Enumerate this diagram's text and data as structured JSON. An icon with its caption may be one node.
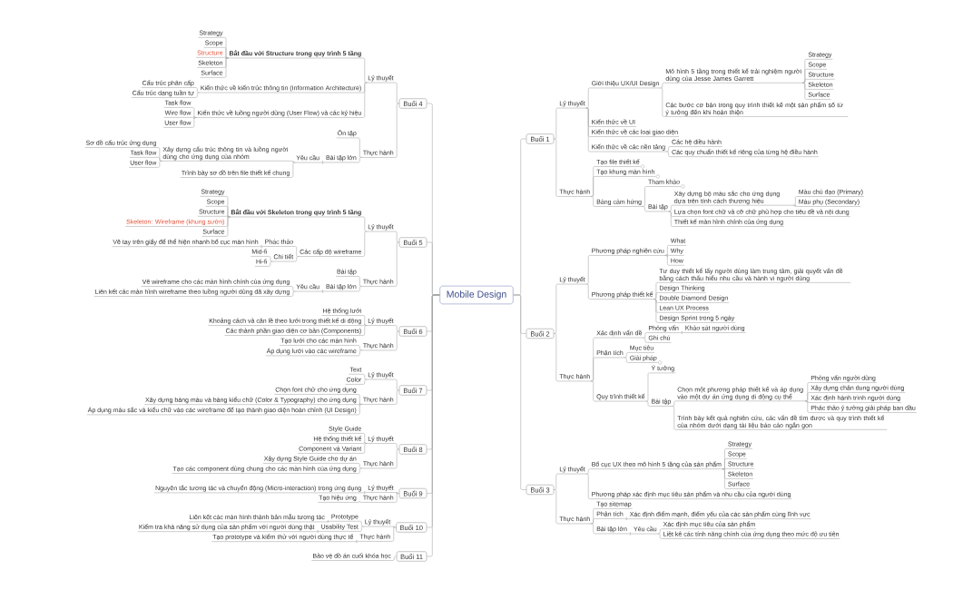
{
  "diagram": {
    "nodes": [
      {
        "text": [
          "Mobile Design"
        ]
      },
      {
        "text": [
          "Buổi 1"
        ]
      },
      {
        "text": [
          "Lý thuyết"
        ]
      },
      {
        "text": [
          "Giới thiệu UX/UI Design"
        ]
      },
      {
        "text": [
          "Mô hình 5 tầng trong thiết kế trải nghiệm người dùng của Jesse James Garrett"
        ]
      },
      {
        "text": [
          "Strategy"
        ]
      },
      {
        "text": [
          "Scope"
        ]
      },
      {
        "text": [
          "Structure"
        ]
      },
      {
        "text": [
          "Skeleton"
        ]
      },
      {
        "text": [
          "Surface"
        ]
      },
      {
        "text": [
          "Các bước cơ bản trong quy trình thiết kế một sản phẩm số từ ý tưởng đến khi hoàn thiện"
        ]
      },
      {
        "text": [
          "Kiến thức về UI"
        ]
      },
      {
        "text": [
          "Kiến thức về các loại giao diện"
        ]
      },
      {
        "text": [
          "Kiến thức về các nền tảng"
        ]
      },
      {
        "text": [
          "Các hệ điều hành"
        ]
      },
      {
        "text": [
          "Các quy chuẩn thiết kế riêng của từng hệ điều hành"
        ]
      },
      {
        "text": [
          "Thực hành"
        ]
      },
      {
        "text": [
          "Tạo file thiết kế"
        ]
      },
      {
        "text": [
          "Tạo khung màn hình"
        ]
      },
      {
        "text": [
          "Bảng cảm hứng"
        ]
      },
      {
        "text": [
          "Tham khảo"
        ]
      },
      {
        "text": [
          "Bài tập"
        ]
      },
      {
        "text": [
          "Xây dựng bộ màu sắc cho ứng dụng dựa trên tính cách thương hiệu"
        ]
      },
      {
        "text": [
          "Màu chủ đạo (Primary)"
        ]
      },
      {
        "text": [
          "Màu phụ (Secondary)"
        ]
      },
      {
        "text": [
          "Lựa chọn font chữ và cỡ chữ phù hợp cho tiêu đề và nội dung"
        ]
      },
      {
        "text": [
          "Thiết kế màn hình chính của ứng dụng"
        ]
      },
      {
        "text": [
          "Buổi 2"
        ]
      },
      {
        "text": [
          "Lý thuyết"
        ]
      },
      {
        "text": [
          "Phương pháp nghiên cứu"
        ]
      },
      {
        "text": [
          "What"
        ]
      },
      {
        "text": [
          "Why"
        ]
      },
      {
        "text": [
          "How"
        ]
      },
      {
        "text": [
          "Phương pháp thiết kế"
        ]
      },
      {
        "text": [
          "Tư duy thiết kế lấy người dùng làm trung tâm, giải quyết vấn đề bằng cách thấu hiểu nhu cầu và hành vi người dùng"
        ]
      },
      {
        "text": [
          "Design Thinking"
        ]
      },
      {
        "text": [
          "Double Diamond Design"
        ]
      },
      {
        "text": [
          "Lean UX Process"
        ]
      },
      {
        "text": [
          "Design Sprint trong 5 ngày"
        ]
      },
      {
        "text": [
          "Thực hành"
        ]
      },
      {
        "text": [
          "Xác định vấn đề"
        ]
      },
      {
        "text": [
          "Phỏng vấn"
        ]
      },
      {
        "text": [
          "Khảo sát người dùng"
        ]
      },
      {
        "text": [
          "Ghi chú"
        ]
      },
      {
        "text": [
          "Phân tích"
        ]
      },
      {
        "text": [
          "Mục tiêu"
        ]
      },
      {
        "text": [
          "Giải pháp"
        ]
      },
      {
        "text": [
          "Quy trình thiết kế"
        ]
      },
      {
        "text": [
          "Ý tưởng"
        ]
      },
      {
        "text": [
          "Bài tập"
        ]
      },
      {
        "text": [
          "Chọn một phương pháp thiết kế và áp dụng vào một dự án ứng dụng di động cụ thể"
        ]
      },
      {
        "text": [
          "Phỏng vấn người dùng"
        ]
      },
      {
        "text": [
          "Xây dựng chân dung người dùng"
        ]
      },
      {
        "text": [
          "Xác định hành trình người dùng"
        ]
      },
      {
        "text": [
          "Phác thảo ý tưởng giải pháp ban đầu"
        ]
      },
      {
        "text": [
          "Trình bày kết quả nghiên cứu, các vấn đề tìm được và quy trình thiết kế của nhóm dưới dạng tài liệu báo cáo ngắn gọn"
        ]
      },
      {
        "text": [
          "Buổi 3"
        ]
      },
      {
        "text": [
          "Lý thuyết"
        ]
      },
      {
        "text": [
          "Bố cục UX theo mô hình 5 tầng của sản phẩm"
        ]
      },
      {
        "text": [
          "Strategy"
        ]
      },
      {
        "text": [
          "Scope"
        ]
      },
      {
        "text": [
          "Structure"
        ]
      },
      {
        "text": [
          "Skeleton"
        ]
      },
      {
        "text": [
          "Surface"
        ]
      },
      {
        "text": [
          "Phương pháp xác định mục tiêu sản phẩm và nhu cầu của người dùng"
        ]
      },
      {
        "text": [
          "Thực hành"
        ]
      },
      {
        "text": [
          "Tạo sitemap"
        ]
      },
      {
        "text": [
          "Phân tích"
        ]
      },
      {
        "text": [
          "Xác định điểm mạnh, điểm yếu của các sản phẩm cùng lĩnh vực"
        ]
      },
      {
        "text": [
          "Bài tập lớn"
        ]
      },
      {
        "text": [
          "Yêu cầu"
        ]
      },
      {
        "text": [
          "Xác định mục tiêu của sản phẩm"
        ]
      },
      {
        "text": [
          "Liệt kê các tính năng chính của ứng dụng theo mức độ ưu tiên"
        ]
      },
      {
        "text": [
          "Buổi 4"
        ]
      },
      {
        "text": [
          "Lý thuyết"
        ]
      },
      {
        "text": [
          "Bắt đầu với Structure trong quy trình 5 tầng"
        ]
      },
      {
        "text": [
          "Strategy"
        ]
      },
      {
        "text": [
          "Scope"
        ]
      },
      {
        "text": [
          "Structure"
        ]
      },
      {
        "text": [
          "Skeleton"
        ]
      },
      {
        "text": [
          "Surface"
        ]
      },
      {
        "text": [
          "Kiến thức về kiến trúc thông tin (Information Architecture)"
        ]
      },
      {
        "text": [
          "Cấu trúc phân cấp"
        ]
      },
      {
        "text": [
          "Cấu trúc dạng tuần tự"
        ]
      },
      {
        "text": [
          "Kiến thức về luồng người dùng (User Flow) và các ký hiệu"
        ]
      },
      {
        "text": [
          "Task flow"
        ]
      },
      {
        "text": [
          "Wire flow"
        ]
      },
      {
        "text": [
          "User flow"
        ]
      },
      {
        "text": [
          "Thực hành"
        ]
      },
      {
        "text": [
          "Ôn tập"
        ]
      },
      {
        "text": [
          "Bài tập lớn"
        ]
      },
      {
        "text": [
          "Yêu cầu"
        ]
      },
      {
        "text": [
          "Xây dựng cấu trúc thông tin và luồng người dùng cho ứng dụng của nhóm"
        ]
      },
      {
        "text": [
          "Sơ đồ cấu trúc ứng dụng"
        ]
      },
      {
        "text": [
          "Task flow"
        ]
      },
      {
        "text": [
          "User flow"
        ]
      },
      {
        "text": [
          "Trình bày sơ đồ trên file thiết kế chung"
        ]
      },
      {
        "text": [
          "Buổi 5"
        ]
      },
      {
        "text": [
          "Lý thuyết"
        ]
      },
      {
        "text": [
          "Bắt đầu với Skeleton trong quy trình 5 tầng"
        ]
      },
      {
        "text": [
          "Strategy"
        ]
      },
      {
        "text": [
          "Scope"
        ]
      },
      {
        "text": [
          "Structure"
        ]
      },
      {
        "text": [
          "Skeleton: Wireframe (khung sườn)"
        ]
      },
      {
        "text": [
          "Surface"
        ]
      },
      {
        "text": [
          "Các cấp độ wireframe"
        ]
      },
      {
        "text": [
          "Phác thảo"
        ]
      },
      {
        "text": [
          "Vẽ tay trên giấy để thể hiện nhanh bố cục màn hình"
        ]
      },
      {
        "text": [
          "Chi tiết"
        ]
      },
      {
        "text": [
          "Mid-fi"
        ]
      },
      {
        "text": [
          "Hi-fi"
        ]
      },
      {
        "text": [
          "Thực hành"
        ]
      },
      {
        "text": [
          "Bài tập"
        ]
      },
      {
        "text": [
          "Bài tập lớn"
        ]
      },
      {
        "text": [
          "Yêu cầu"
        ]
      },
      {
        "text": [
          "Vẽ wireframe cho các màn hình chính của ứng dụng"
        ]
      },
      {
        "text": [
          "Liên kết các màn hình wireframe theo luồng người dùng đã xây dựng"
        ]
      },
      {
        "text": [
          "Buổi 6"
        ]
      },
      {
        "text": [
          "Lý thuyết"
        ]
      },
      {
        "text": [
          "Hệ thống lưới"
        ]
      },
      {
        "text": [
          "Khoảng cách và căn lề theo lưới trong thiết kế di động"
        ]
      },
      {
        "text": [
          "Các thành phần giao diện cơ bản (Components)"
        ]
      },
      {
        "text": [
          "Thực hành"
        ]
      },
      {
        "text": [
          "Tạo lưới cho các màn hình"
        ]
      },
      {
        "text": [
          "Áp dụng lưới vào các wireframe"
        ]
      },
      {
        "text": [
          "Buổi 7"
        ]
      },
      {
        "text": [
          "Lý thuyết"
        ]
      },
      {
        "text": [
          "Text"
        ]
      },
      {
        "text": [
          "Color"
        ]
      },
      {
        "text": [
          "Thực hành"
        ]
      },
      {
        "text": [
          "Chọn font chữ cho ứng dụng"
        ]
      },
      {
        "text": [
          "Xây dựng bảng màu và bảng kiểu chữ (Color & Typography) cho ứng dụng"
        ]
      },
      {
        "text": [
          "Áp dụng màu sắc và kiểu chữ vào các wireframe để tạo thành giao diện hoàn chỉnh (UI Design)"
        ]
      },
      {
        "text": [
          "Buổi 8"
        ]
      },
      {
        "text": [
          "Lý thuyết"
        ]
      },
      {
        "text": [
          "Style Guide"
        ]
      },
      {
        "text": [
          "Hệ thống thiết kế"
        ]
      },
      {
        "text": [
          "Component và Variant"
        ]
      },
      {
        "text": [
          "Thực hành"
        ]
      },
      {
        "text": [
          "Xây dựng Style Guide cho dự án"
        ]
      },
      {
        "text": [
          "Tạo các component dùng chung cho các màn hình của ứng dụng"
        ]
      },
      {
        "text": [
          "Buổi 9"
        ]
      },
      {
        "text": [
          "Lý thuyết"
        ]
      },
      {
        "text": [
          "Nguyên tắc tương tác và chuyển động (Micro-interaction) trong ứng dụng"
        ]
      },
      {
        "text": [
          "Thực hành"
        ]
      },
      {
        "text": [
          "Tạo hiệu ứng"
        ]
      },
      {
        "text": [
          "Buổi 10"
        ]
      },
      {
        "text": [
          "Lý thuyết"
        ]
      },
      {
        "text": [
          "Prototype"
        ]
      },
      {
        "text": [
          "Liên kết các màn hình thành bản mẫu tương tác"
        ]
      },
      {
        "text": [
          "Usability Test"
        ]
      },
      {
        "text": [
          "Kiểm tra khả năng sử dụng của sản phẩm với người dùng thật"
        ]
      },
      {
        "text": [
          "Thực hành"
        ]
      },
      {
        "text": [
          "Tạo prototype và kiểm thử với người dùng thực tế"
        ]
      },
      {
        "text": [
          "Buổi 11"
        ]
      },
      {
        "text": [
          "Bảo vệ đồ án cuối khóa học"
        ]
      }
    ],
    "edges": [
      {
        "from": 0,
        "to": 1,
        "arrow": "none"
      },
      {
        "from": 1,
        "to": 2,
        "arrow": "none"
      },
      {
        "from": 2,
        "to": 3,
        "arrow": "none"
      },
      {
        "from": 3,
        "to": 4,
        "arrow": "none"
      },
      {
        "from": 4,
        "to": 5,
        "arrow": "none"
      },
      {
        "from": 4,
        "to": 6,
        "arrow": "none"
      },
      {
        "from": 4,
        "to": 7,
        "arrow": "none"
      },
      {
        "from": 4,
        "to": 8,
        "arrow": "none"
      },
      {
        "from": 4,
        "to": 9,
        "arrow": "none"
      },
      {
        "from": 3,
        "to": 10,
        "arrow": "none"
      },
      {
        "from": 2,
        "to": 11,
        "arrow": "none"
      },
      {
        "from": 2,
        "to": 12,
        "arrow": "none"
      },
      {
        "from": 2,
        "to": 13,
        "arrow": "none"
      },
      {
        "from": 13,
        "to": 14,
        "arrow": "none"
      },
      {
        "from": 13,
        "to": 15,
        "arrow": "none"
      },
      {
        "from": 1,
        "to": 16,
        "arrow": "none"
      },
      {
        "from": 16,
        "to": 17,
        "arrow": "none"
      },
      {
        "from": 16,
        "to": 18,
        "arrow": "none"
      },
      {
        "from": 16,
        "to": 19,
        "arrow": "none"
      },
      {
        "from": 19,
        "to": 20,
        "arrow": "none"
      },
      {
        "from": 19,
        "to": 21,
        "arrow": "none"
      },
      {
        "from": 21,
        "to": 22,
        "arrow": "none"
      },
      {
        "from": 22,
        "to": 23,
        "arrow": "none"
      },
      {
        "from": 22,
        "to": 24,
        "arrow": "none"
      },
      {
        "from": 21,
        "to": 25,
        "arrow": "none"
      },
      {
        "from": 21,
        "to": 26,
        "arrow": "none"
      },
      {
        "from": 0,
        "to": 27,
        "arrow": "none"
      },
      {
        "from": 27,
        "to": 28,
        "arrow": "none"
      },
      {
        "from": 28,
        "to": 29,
        "arrow": "none"
      },
      {
        "from": 29,
        "to": 30,
        "arrow": "none"
      },
      {
        "from": 29,
        "to": 31,
        "arrow": "none"
      },
      {
        "from": 29,
        "to": 32,
        "arrow": "none"
      },
      {
        "from": 28,
        "to": 33,
        "arrow": "none"
      },
      {
        "from": 33,
        "to": 34,
        "arrow": "none"
      },
      {
        "from": 33,
        "to": 35,
        "arrow": "none"
      },
      {
        "from": 33,
        "to": 36,
        "arrow": "none"
      },
      {
        "from": 33,
        "to": 37,
        "arrow": "none"
      },
      {
        "from": 33,
        "to": 38,
        "arrow": "none"
      },
      {
        "from": 27,
        "to": 39,
        "arrow": "none"
      },
      {
        "from": 39,
        "to": 40,
        "arrow": "none"
      },
      {
        "from": 40,
        "to": 41,
        "arrow": "none"
      },
      {
        "from": 41,
        "to": 42,
        "arrow": "none"
      },
      {
        "from": 40,
        "to": 43,
        "arrow": "none"
      },
      {
        "from": 39,
        "to": 44,
        "arrow": "none"
      },
      {
        "from": 44,
        "to": 45,
        "arrow": "none"
      },
      {
        "from": 44,
        "to": 46,
        "arrow": "none"
      },
      {
        "from": 39,
        "to": 47,
        "arrow": "none"
      },
      {
        "from": 47,
        "to": 48,
        "arrow": "none"
      },
      {
        "from": 47,
        "to": 49,
        "arrow": "none"
      },
      {
        "from": 49,
        "to": 50,
        "arrow": "none"
      },
      {
        "from": 50,
        "to": 51,
        "arrow": "none"
      },
      {
        "from": 50,
        "to": 52,
        "arrow": "none"
      },
      {
        "from": 50,
        "to": 53,
        "arrow": "none"
      },
      {
        "from": 50,
        "to": 54,
        "arrow": "none"
      },
      {
        "from": 49,
        "to": 55,
        "arrow": "none"
      },
      {
        "from": 0,
        "to": 56,
        "arrow": "none"
      },
      {
        "from": 56,
        "to": 57,
        "arrow": "none"
      },
      {
        "from": 57,
        "to": 58,
        "arrow": "none"
      },
      {
        "from": 58,
        "to": 59,
        "arrow": "none"
      },
      {
        "from": 58,
        "to": 60,
        "arrow": "none"
      },
      {
        "from": 58,
        "to": 61,
        "arrow": "none"
      },
      {
        "from": 58,
        "to": 62,
        "arrow": "none"
      },
      {
        "from": 58,
        "to": 63,
        "arrow": "none"
      },
      {
        "from": 57,
        "to": 64,
        "arrow": "none"
      },
      {
        "from": 56,
        "to": 65,
        "arrow": "none"
      },
      {
        "from": 65,
        "to": 66,
        "arrow": "none"
      },
      {
        "from": 65,
        "to": 67,
        "arrow": "none"
      },
      {
        "from": 67,
        "to": 68,
        "arrow": "none"
      },
      {
        "from": 65,
        "to": 69,
        "arrow": "none"
      },
      {
        "from": 69,
        "to": 70,
        "arrow": "none"
      },
      {
        "from": 70,
        "to": 71,
        "arrow": "none"
      },
      {
        "from": 70,
        "to": 72,
        "arrow": "none"
      },
      {
        "from": 0,
        "to": 73,
        "arrow": "none"
      },
      {
        "from": 73,
        "to": 74,
        "arrow": "none"
      },
      {
        "from": 74,
        "to": 75,
        "arrow": "none"
      },
      {
        "from": 75,
        "to": 76,
        "arrow": "none"
      },
      {
        "from": 75,
        "to": 77,
        "arrow": "none"
      },
      {
        "from": 75,
        "to": 78,
        "arrow": "none"
      },
      {
        "from": 75,
        "to": 79,
        "arrow": "none"
      },
      {
        "from": 75,
        "to": 80,
        "arrow": "none"
      },
      {
        "from": 74,
        "to": 81,
        "arrow": "none"
      },
      {
        "from": 81,
        "to": 82,
        "arrow": "none"
      },
      {
        "from": 81,
        "to": 83,
        "arrow": "none"
      },
      {
        "from": 74,
        "to": 84,
        "arrow": "none"
      },
      {
        "from": 84,
        "to": 85,
        "arrow": "none"
      },
      {
        "from": 84,
        "to": 86,
        "arrow": "none"
      },
      {
        "from": 84,
        "to": 87,
        "arrow": "none"
      },
      {
        "from": 73,
        "to": 88,
        "arrow": "none"
      },
      {
        "from": 88,
        "to": 89,
        "arrow": "none"
      },
      {
        "from": 88,
        "to": 90,
        "arrow": "none"
      },
      {
        "from": 90,
        "to": 91,
        "arrow": "none"
      },
      {
        "from": 91,
        "to": 92,
        "arrow": "none"
      },
      {
        "from": 92,
        "to": 93,
        "arrow": "none"
      },
      {
        "from": 92,
        "to": 94,
        "arrow": "none"
      },
      {
        "from": 92,
        "to": 95,
        "arrow": "none"
      },
      {
        "from": 91,
        "to": 96,
        "arrow": "none"
      },
      {
        "from": 0,
        "to": 97,
        "arrow": "none"
      },
      {
        "from": 97,
        "to": 98,
        "arrow": "none"
      },
      {
        "from": 98,
        "to": 99,
        "arrow": "none"
      },
      {
        "from": 99,
        "to": 100,
        "arrow": "none"
      },
      {
        "from": 99,
        "to": 101,
        "arrow": "none"
      },
      {
        "from": 99,
        "to": 102,
        "arrow": "none"
      },
      {
        "from": 99,
        "to": 103,
        "arrow": "none"
      },
      {
        "from": 99,
        "to": 104,
        "arrow": "none"
      },
      {
        "from": 98,
        "to": 105,
        "arrow": "none"
      },
      {
        "from": 105,
        "to": 106,
        "arrow": "none"
      },
      {
        "from": 106,
        "to": 107,
        "arrow": "none"
      },
      {
        "from": 105,
        "to": 108,
        "arrow": "none"
      },
      {
        "from": 108,
        "to": 109,
        "arrow": "none"
      },
      {
        "from": 108,
        "to": 110,
        "arrow": "none"
      },
      {
        "from": 97,
        "to": 111,
        "arrow": "none"
      },
      {
        "from": 111,
        "to": 112,
        "arrow": "none"
      },
      {
        "from": 111,
        "to": 113,
        "arrow": "none"
      },
      {
        "from": 113,
        "to": 114,
        "arrow": "none"
      },
      {
        "from": 114,
        "to": 115,
        "arrow": "none"
      },
      {
        "from": 114,
        "to": 116,
        "arrow": "none"
      },
      {
        "from": 0,
        "to": 117,
        "arrow": "none"
      },
      {
        "from": 117,
        "to": 118,
        "arrow": "none"
      },
      {
        "from": 118,
        "to": 119,
        "arrow": "none"
      },
      {
        "from": 118,
        "to": 120,
        "arrow": "none"
      },
      {
        "from": 118,
        "to": 121,
        "arrow": "none"
      },
      {
        "from": 117,
        "to": 122,
        "arrow": "none"
      },
      {
        "from": 122,
        "to": 123,
        "arrow": "none"
      },
      {
        "from": 122,
        "to": 124,
        "arrow": "none"
      },
      {
        "from": 0,
        "to": 125,
        "arrow": "none"
      },
      {
        "from": 125,
        "to": 126,
        "arrow": "none"
      },
      {
        "from": 126,
        "to": 127,
        "arrow": "none"
      },
      {
        "from": 126,
        "to": 128,
        "arrow": "none"
      },
      {
        "from": 125,
        "to": 129,
        "arrow": "none"
      },
      {
        "from": 129,
        "to": 130,
        "arrow": "none"
      },
      {
        "from": 129,
        "to": 131,
        "arrow": "none"
      },
      {
        "from": 129,
        "to": 132,
        "arrow": "none"
      },
      {
        "from": 0,
        "to": 133,
        "arrow": "none"
      },
      {
        "from": 133,
        "to": 134,
        "arrow": "none"
      },
      {
        "from": 134,
        "to": 135,
        "arrow": "none"
      },
      {
        "from": 134,
        "to": 136,
        "arrow": "none"
      },
      {
        "from": 134,
        "to": 137,
        "arrow": "none"
      },
      {
        "from": 133,
        "to": 138,
        "arrow": "none"
      },
      {
        "from": 138,
        "to": 139,
        "arrow": "none"
      },
      {
        "from": 138,
        "to": 140,
        "arrow": "none"
      },
      {
        "from": 0,
        "to": 141,
        "arrow": "none"
      },
      {
        "from": 141,
        "to": 142,
        "arrow": "none"
      },
      {
        "from": 142,
        "to": 143,
        "arrow": "none"
      },
      {
        "from": 141,
        "to": 144,
        "arrow": "none"
      },
      {
        "from": 144,
        "to": 145,
        "arrow": "none"
      },
      {
        "from": 0,
        "to": 146,
        "arrow": "none"
      },
      {
        "from": 146,
        "to": 147,
        "arrow": "none"
      },
      {
        "from": 147,
        "to": 148,
        "arrow": "none"
      },
      {
        "from": 148,
        "to": 149,
        "arrow": "none"
      },
      {
        "from": 147,
        "to": 150,
        "arrow": "none"
      },
      {
        "from": 150,
        "to": 151,
        "arrow": "none"
      },
      {
        "from": 146,
        "to": 152,
        "arrow": "none"
      },
      {
        "from": 152,
        "to": 153,
        "arrow": "none"
      },
      {
        "from": 0,
        "to": 154,
        "arrow": "none"
      },
      {
        "from": 154,
        "to": 155,
        "arrow": "none"
      }
    ]
  }
}
